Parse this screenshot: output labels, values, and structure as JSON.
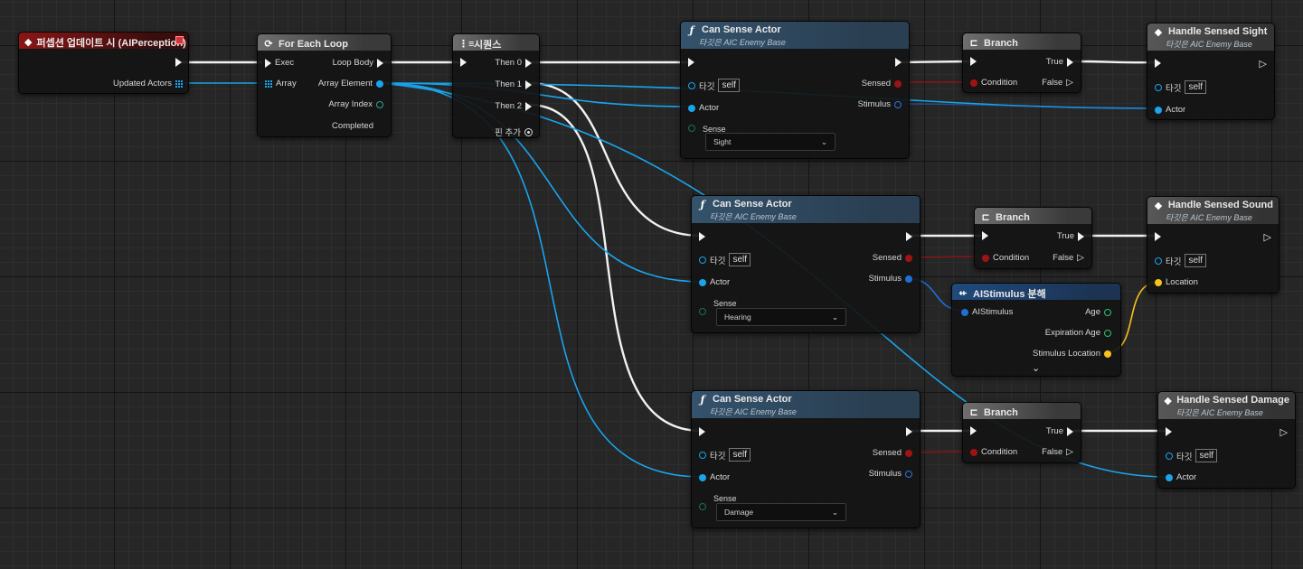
{
  "nodes": {
    "on_perception": {
      "title": "퍼셉션 업데이트 시 (AIPerception)",
      "out_updated": "Updated Actors"
    },
    "for_each": {
      "title": "For Each Loop",
      "in_exec": "Exec",
      "in_array": "Array",
      "out_body": "Loop Body",
      "out_elem": "Array Element",
      "out_index": "Array Index",
      "out_completed": "Completed"
    },
    "sequence": {
      "title": "시퀀스",
      "then0": "Then 0",
      "then1": "Then 1",
      "then2": "Then 2",
      "add_pin": "핀 추가"
    },
    "can_sense_1": {
      "title": "Can Sense Actor",
      "subtitle": "타깃은 AIC Enemy Base",
      "target": "타깃",
      "self": "self",
      "actor": "Actor",
      "sense": "Sense",
      "sense_value": "Sight",
      "sensed": "Sensed",
      "stimulus": "Stimulus"
    },
    "can_sense_2": {
      "title": "Can Sense Actor",
      "subtitle": "타깃은 AIC Enemy Base",
      "target": "타깃",
      "self": "self",
      "actor": "Actor",
      "sense": "Sense",
      "sense_value": "Hearing",
      "sensed": "Sensed",
      "stimulus": "Stimulus"
    },
    "can_sense_3": {
      "title": "Can Sense Actor",
      "subtitle": "타깃은 AIC Enemy Base",
      "target": "타깃",
      "self": "self",
      "actor": "Actor",
      "sense": "Sense",
      "sense_value": "Damage",
      "sensed": "Sensed",
      "stimulus": "Stimulus"
    },
    "branch_1": {
      "title": "Branch",
      "condition": "Condition",
      "true": "True",
      "false": "False"
    },
    "branch_2": {
      "title": "Branch",
      "condition": "Condition",
      "true": "True",
      "false": "False"
    },
    "branch_3": {
      "title": "Branch",
      "condition": "Condition",
      "true": "True",
      "false": "False"
    },
    "handle_sight": {
      "title": "Handle Sensed Sight",
      "subtitle": "타깃은 AIC Enemy Base",
      "target": "타깃",
      "self": "self",
      "actor": "Actor"
    },
    "handle_sound": {
      "title": "Handle Sensed Sound",
      "subtitle": "타깃은 AIC Enemy Base",
      "target": "타깃",
      "self": "self",
      "location": "Location"
    },
    "handle_damage": {
      "title": "Handle Sensed Damage",
      "subtitle": "타깃은 AIC Enemy Base",
      "target": "타깃",
      "self": "self",
      "actor": "Actor"
    },
    "break_stimulus": {
      "title": "AIStimulus 분해",
      "in": "AIStimulus",
      "age": "Age",
      "expiration": "Expiration Age",
      "location": "Stimulus Location"
    }
  },
  "colors": {
    "exec": "#f2f2f2",
    "object": "#19a4ec",
    "struct": "#1f6fd6",
    "bool": "#a01313",
    "vector": "#f6c21b",
    "float": "#30c07a"
  }
}
